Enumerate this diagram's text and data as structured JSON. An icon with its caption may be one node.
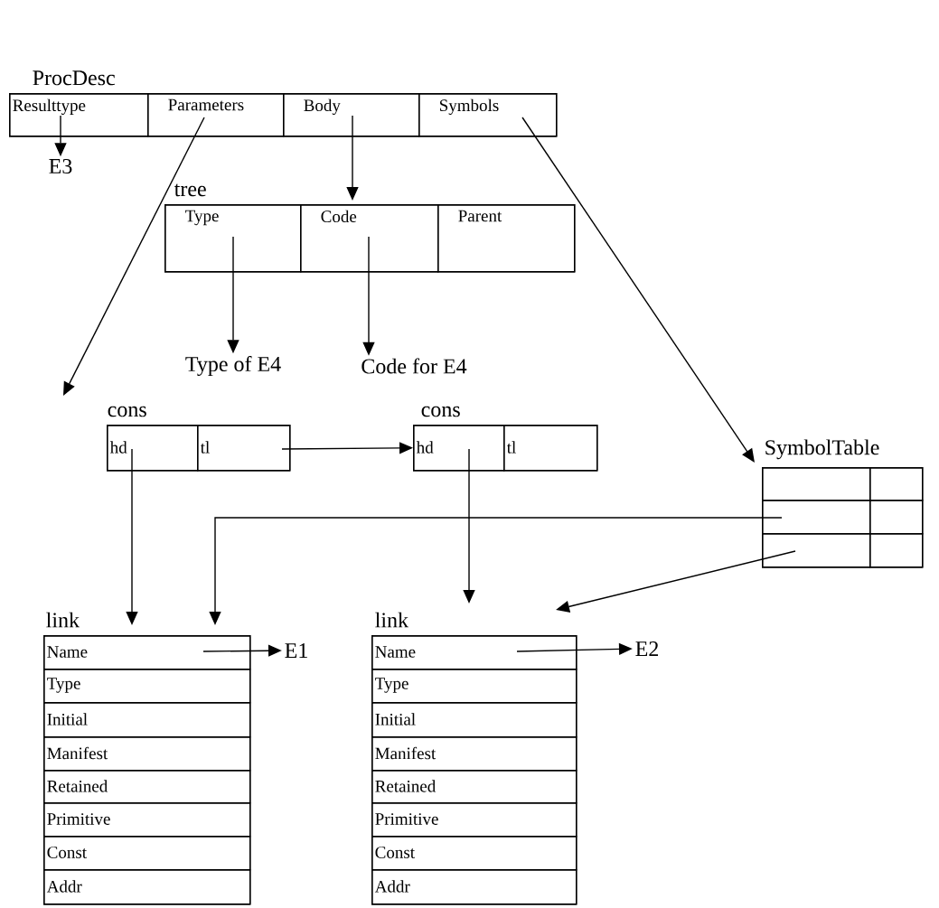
{
  "diagram": {
    "nodes": [
      {
        "text": [
          "ProcDesc"
        ]
      },
      {
        "text": [
          "Resulttype"
        ],
        "in": 0
      },
      {
        "text": [
          "Parameters"
        ],
        "in": 0
      },
      {
        "text": [
          "Body"
        ],
        "in": 0
      },
      {
        "text": [
          "Symbols"
        ],
        "in": 0
      },
      {
        "text": [
          "E3"
        ]
      },
      {
        "text": [
          "tree"
        ]
      },
      {
        "text": [
          "Type"
        ],
        "in": 6
      },
      {
        "text": [
          "Code"
        ],
        "in": 6
      },
      {
        "text": [
          "Parent"
        ],
        "in": 6
      },
      {
        "text": [
          "Type of E4"
        ]
      },
      {
        "text": [
          "Code for E4"
        ]
      },
      {
        "text": [
          "cons"
        ]
      },
      {
        "text": [
          "hd"
        ],
        "in": 12
      },
      {
        "text": [
          "tl"
        ],
        "in": 12
      },
      {
        "text": [
          "cons"
        ]
      },
      {
        "text": [
          "hd"
        ],
        "in": 15
      },
      {
        "text": [
          "tl"
        ],
        "in": 15
      },
      {
        "text": [
          "SymbolTable"
        ]
      },
      {
        "text": [],
        "shape": "box",
        "in": 18
      },
      {
        "text": [],
        "shape": "box",
        "in": 18
      },
      {
        "text": [],
        "shape": "box",
        "in": 18
      },
      {
        "text": [],
        "shape": "box",
        "in": 18
      },
      {
        "text": [],
        "shape": "box",
        "in": 18
      },
      {
        "text": [],
        "shape": "box",
        "in": 18
      },
      {
        "text": [
          "link"
        ]
      },
      {
        "text": [
          "Name"
        ],
        "in": 25
      },
      {
        "text": [
          "Type"
        ],
        "in": 25
      },
      {
        "text": [
          "Initial"
        ],
        "in": 25
      },
      {
        "text": [
          "Manifest"
        ],
        "in": 25
      },
      {
        "text": [
          "Retained"
        ],
        "in": 25
      },
      {
        "text": [
          "Primitive"
        ],
        "in": 25
      },
      {
        "text": [
          "Const"
        ],
        "in": 25
      },
      {
        "text": [
          "Addr"
        ],
        "in": 25
      },
      {
        "text": [
          "E1"
        ]
      },
      {
        "text": [
          "link"
        ]
      },
      {
        "text": [
          "Name"
        ],
        "in": 35
      },
      {
        "text": [
          "Type"
        ],
        "in": 35
      },
      {
        "text": [
          "Initial"
        ],
        "in": 35
      },
      {
        "text": [
          "Manifest"
        ],
        "in": 35
      },
      {
        "text": [
          "Retained"
        ],
        "in": 35
      },
      {
        "text": [
          "Primitive"
        ],
        "in": 35
      },
      {
        "text": [
          "Const"
        ],
        "in": 35
      },
      {
        "text": [
          "Addr"
        ],
        "in": 35
      },
      {
        "text": [
          "E2"
        ]
      }
    ],
    "edges": [
      {
        "from": 1,
        "to": 5,
        "arrow": "to"
      },
      {
        "from": 2,
        "to": null,
        "arrow": "to"
      },
      {
        "from": 3,
        "to": 6,
        "arrow": "to"
      },
      {
        "from": 4,
        "to": 18,
        "arrow": "to"
      },
      {
        "from": 7,
        "to": 10,
        "arrow": "to"
      },
      {
        "from": 8,
        "to": 11,
        "arrow": "to"
      },
      {
        "from": 14,
        "to": 15,
        "arrow": "to"
      },
      {
        "from": 13,
        "to": 25,
        "arrow": "to"
      },
      {
        "from": 16,
        "to": 35,
        "arrow": "to"
      },
      {
        "from": 21,
        "to": 25,
        "arrow": "to"
      },
      {
        "from": 23,
        "to": 35,
        "arrow": "to"
      },
      {
        "from": 26,
        "to": 34,
        "arrow": "to"
      },
      {
        "from": 36,
        "to": 44,
        "arrow": "to"
      }
    ]
  }
}
